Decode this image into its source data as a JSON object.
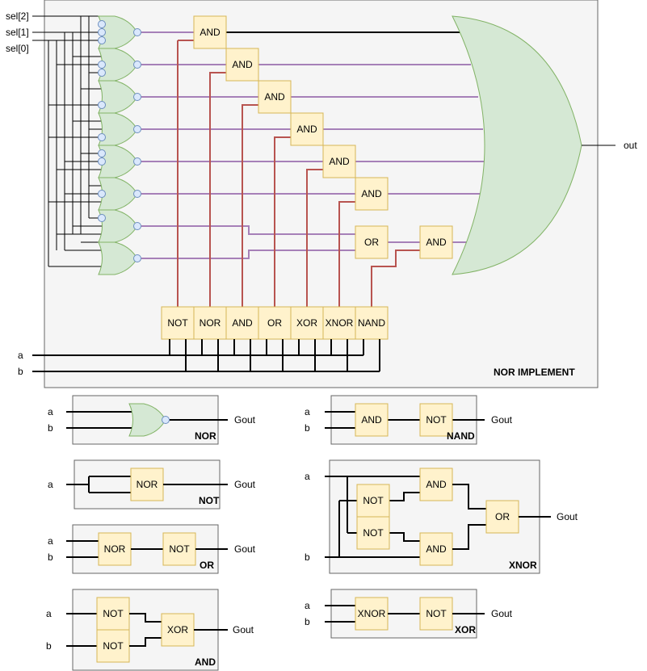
{
  "main": {
    "title": "NOR IMPLEMENT",
    "inputs": {
      "sel2": "sel[2]",
      "sel1": "sel[1]",
      "sel0": "sel[0]",
      "a": "a",
      "b": "b"
    },
    "output": "out",
    "and_gates": [
      "AND",
      "AND",
      "AND",
      "AND",
      "AND",
      "AND"
    ],
    "or_gate": "OR",
    "and7": "AND",
    "ops": [
      "NOT",
      "NOR",
      "AND",
      "OR",
      "XOR",
      "XNOR",
      "NAND"
    ]
  },
  "subs": {
    "nor": {
      "title": "NOR",
      "a": "a",
      "b": "b",
      "out": "Gout"
    },
    "nand": {
      "title": "NAND",
      "a": "a",
      "b": "b",
      "out": "Gout",
      "g1": "AND",
      "g2": "NOT"
    },
    "not": {
      "title": "NOT",
      "a": "a",
      "out": "Gout",
      "g1": "NOR"
    },
    "xnor": {
      "title": "XNOR",
      "a": "a",
      "b": "b",
      "out": "Gout",
      "n1": "NOT",
      "n2": "NOT",
      "and1": "AND",
      "and2": "AND",
      "or": "OR"
    },
    "or": {
      "title": "OR",
      "a": "a",
      "b": "b",
      "out": "Gout",
      "g1": "NOR",
      "g2": "NOT"
    },
    "and": {
      "title": "AND",
      "a": "a",
      "b": "b",
      "out": "Gout",
      "n1": "NOT",
      "n2": "NOT",
      "g1": "XOR"
    },
    "xor": {
      "title": "XOR",
      "a": "a",
      "b": "b",
      "out": "Gout",
      "g1": "XNOR",
      "g2": "NOT"
    }
  }
}
